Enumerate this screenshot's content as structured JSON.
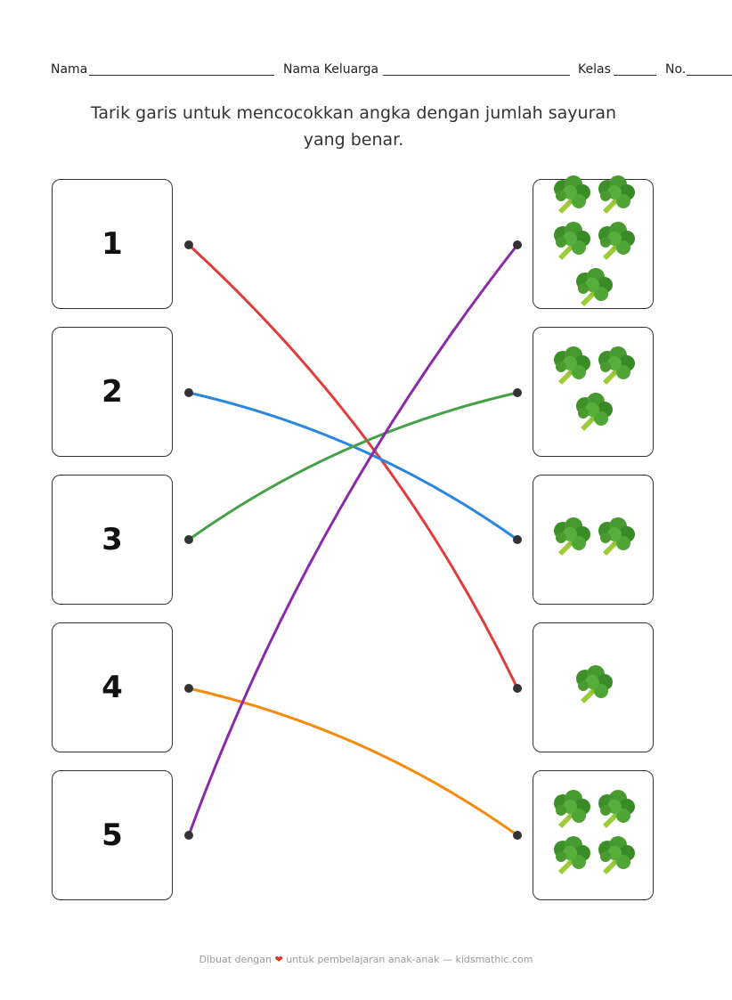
{
  "header": {
    "name_label": "Nama",
    "family_label": "Nama Keluarga",
    "class_label": "Kelas",
    "no_label": "No."
  },
  "instruction": "Tarik garis untuk mencocokkan angka dengan jumlah sayuran yang benar.",
  "numbers": [
    "1",
    "2",
    "3",
    "4",
    "5"
  ],
  "vegetable": "broccoli",
  "vegetable_counts": [
    5,
    3,
    2,
    1,
    4
  ],
  "matches": [
    {
      "from": 1,
      "to_box": 4,
      "color": "#e03c3c"
    },
    {
      "from": 2,
      "to_box": 3,
      "color": "#2a86e0"
    },
    {
      "from": 3,
      "to_box": 2,
      "color": "#45a047"
    },
    {
      "from": 4,
      "to_box": 5,
      "color": "#f58a0b"
    },
    {
      "from": 5,
      "to_box": 1,
      "color": "#8a2aa8"
    }
  ],
  "footer": {
    "prefix": "Dibuat dengan",
    "heart": "❤",
    "suffix": "untuk pembelajaran anak-anak — kidsmathic.com"
  }
}
